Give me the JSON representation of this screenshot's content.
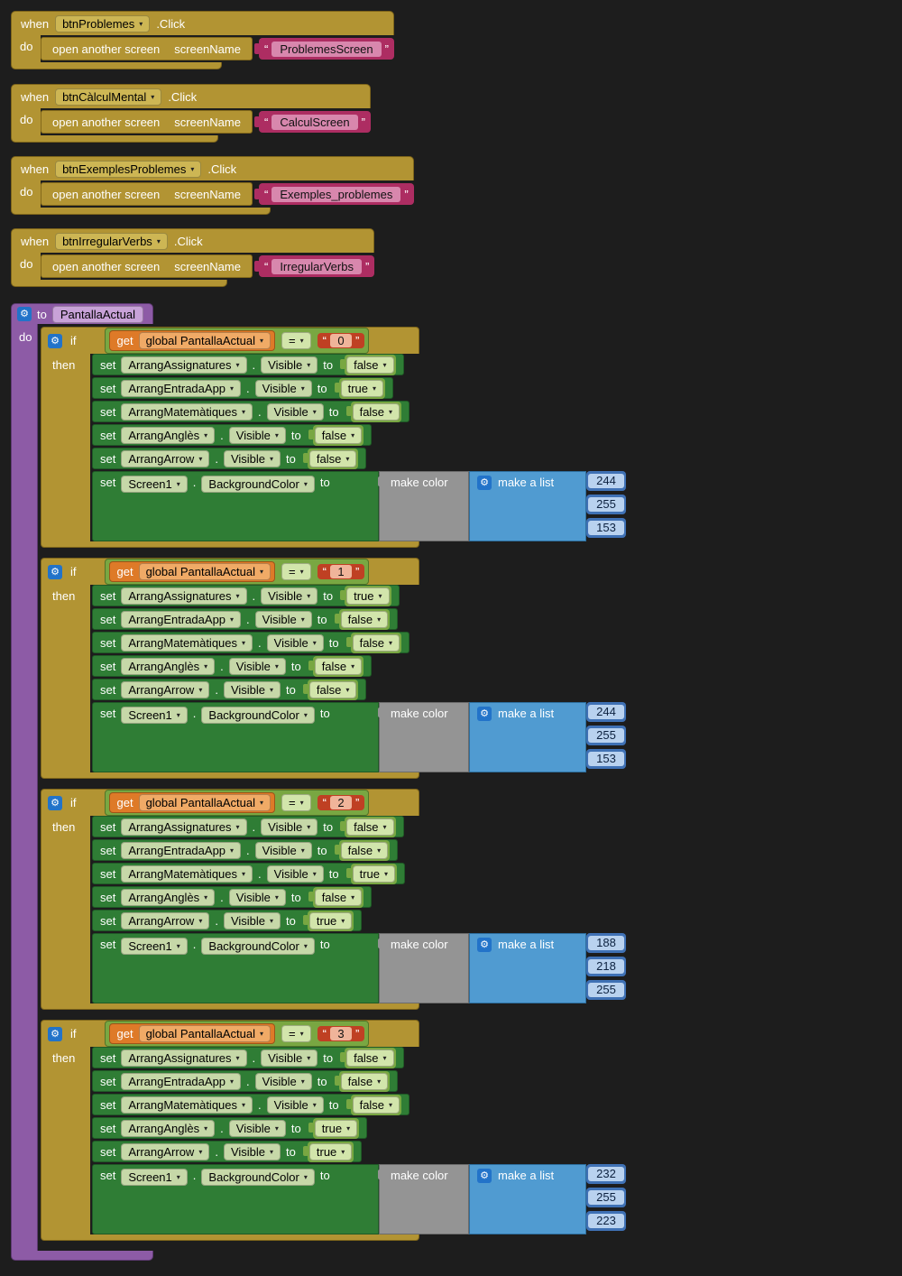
{
  "labels": {
    "when": "when",
    "click": ".Click",
    "do": "do",
    "open_another_screen": "open another screen",
    "screen_name": "screenName",
    "to": "to",
    "if": "if",
    "then": "then",
    "set": "set",
    "dot": ".",
    "get": "get",
    "make_color": "make color",
    "make_a_list": "make a list",
    "quote_open": "“",
    "quote_close": "”"
  },
  "icons": {
    "gear": "⚙"
  },
  "colors": {
    "event_block": "#b29433",
    "procedure_block": "#8d5ba6",
    "setter_block": "#2f7d35",
    "logic_block": "#79a742",
    "variable_block": "#de7a28",
    "text_block": "#ad2d62",
    "list_block": "#509bd1",
    "math_block": "#3f71b5",
    "color_block": "#949494",
    "canvas_bg": "#1d1d1d"
  },
  "events": [
    {
      "component": "btnProblemes",
      "screen": "ProblemesScreen"
    },
    {
      "component": "btnCàlculMental",
      "screen": "CalculScreen"
    },
    {
      "component": "btnExemplesProblemes",
      "screen": "Exemples_problemes"
    },
    {
      "component": "btnIrregularVerbs",
      "screen": "IrregularVerbs"
    }
  ],
  "procedure": {
    "name": "PantallaActual",
    "ifs": [
      {
        "variable": "global PantallaActual",
        "operator": "=",
        "value": "0",
        "sets": [
          {
            "component": "ArrangAssignatures",
            "property": "Visible",
            "value": "false"
          },
          {
            "component": "ArrangEntradaApp",
            "property": "Visible",
            "value": "true"
          },
          {
            "component": "ArrangMatemàtiques",
            "property": "Visible",
            "value": "false"
          },
          {
            "component": "ArrangAnglès",
            "property": "Visible",
            "value": "false"
          },
          {
            "component": "ArrangArrow",
            "property": "Visible",
            "value": "false"
          }
        ],
        "background": {
          "component": "Screen1",
          "property": "BackgroundColor",
          "rgb": [
            "244",
            "255",
            "153"
          ]
        }
      },
      {
        "variable": "global PantallaActual",
        "operator": "=",
        "value": "1",
        "sets": [
          {
            "component": "ArrangAssignatures",
            "property": "Visible",
            "value": "true"
          },
          {
            "component": "ArrangEntradaApp",
            "property": "Visible",
            "value": "false"
          },
          {
            "component": "ArrangMatemàtiques",
            "property": "Visible",
            "value": "false"
          },
          {
            "component": "ArrangAnglès",
            "property": "Visible",
            "value": "false"
          },
          {
            "component": "ArrangArrow",
            "property": "Visible",
            "value": "false"
          }
        ],
        "background": {
          "component": "Screen1",
          "property": "BackgroundColor",
          "rgb": [
            "244",
            "255",
            "153"
          ]
        }
      },
      {
        "variable": "global PantallaActual",
        "operator": "=",
        "value": "2",
        "sets": [
          {
            "component": "ArrangAssignatures",
            "property": "Visible",
            "value": "false"
          },
          {
            "component": "ArrangEntradaApp",
            "property": "Visible",
            "value": "false"
          },
          {
            "component": "ArrangMatemàtiques",
            "property": "Visible",
            "value": "true"
          },
          {
            "component": "ArrangAnglès",
            "property": "Visible",
            "value": "false"
          },
          {
            "component": "ArrangArrow",
            "property": "Visible",
            "value": "true"
          }
        ],
        "background": {
          "component": "Screen1",
          "property": "BackgroundColor",
          "rgb": [
            "188",
            "218",
            "255"
          ]
        }
      },
      {
        "variable": "global PantallaActual",
        "operator": "=",
        "value": "3",
        "sets": [
          {
            "component": "ArrangAssignatures",
            "property": "Visible",
            "value": "false"
          },
          {
            "component": "ArrangEntradaApp",
            "property": "Visible",
            "value": "false"
          },
          {
            "component": "ArrangMatemàtiques",
            "property": "Visible",
            "value": "false"
          },
          {
            "component": "ArrangAnglès",
            "property": "Visible",
            "value": "true"
          },
          {
            "component": "ArrangArrow",
            "property": "Visible",
            "value": "true"
          }
        ],
        "background": {
          "component": "Screen1",
          "property": "BackgroundColor",
          "rgb": [
            "232",
            "255",
            "223"
          ]
        }
      }
    ]
  }
}
